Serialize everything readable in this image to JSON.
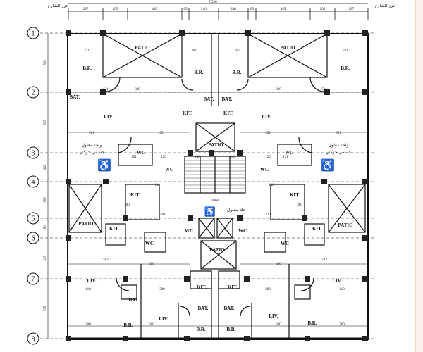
{
  "title_dim": "7 290",
  "street_label_left": "حرز الشارع",
  "street_label_right": "حرز الشارع",
  "top_dims": [
    "287",
    "205",
    "445",
    "65",
    "240",
    "240",
    "65",
    "445",
    "205",
    "287"
  ],
  "axes": [
    "1",
    "2",
    "3",
    "4",
    "5",
    "6",
    "7",
    "8"
  ],
  "left_dims": [
    "535",
    "505",
    "345",
    "305",
    "180",
    "345",
    "535"
  ],
  "rooms": {
    "patio_tl": "PATIO",
    "patio_tr": "PATIO",
    "patio_c": "PATIO",
    "patio_ml": "PATIO",
    "patio_mr": "PATIO",
    "patio_bc": "PATIO",
    "br_1": "B.R.",
    "br_2": "B.R.",
    "br_3": "B.R.",
    "br_4": "B.R.",
    "br_5": "B.R.",
    "br_6": "B.R.",
    "br_7": "B.R.",
    "br_8": "B.R.",
    "bat_1": "BAT.",
    "bat_2": "BAT.",
    "bat_3": "BAT.",
    "bat_4": "BAT.",
    "bat_5": "BAT.",
    "bat_6": "BAT.",
    "kit_1": "KIT.",
    "kit_2": "KIT.",
    "kit_3": "KIT.",
    "kit_4": "KIT.",
    "kit_5": "KIT.",
    "kit_6": "KIT.",
    "kit_7": "KIT.",
    "kit_8": "KIT.",
    "liv_1": "LIV.",
    "liv_2": "LIV.",
    "liv_3": "LIV.",
    "liv_4": "LIV.",
    "liv_5": "LIV.",
    "liv_6": "LIV.",
    "wc_1": "WC",
    "wc_2": "WC",
    "wc_3": "WC",
    "wc_4": "WC",
    "wc_5": "WC",
    "wc_6": "WC",
    "wc_7": "WC",
    "wc_8": "WC"
  },
  "accessible_unit_label": "واحد معلول جسمي حركتي",
  "accessible_unit_line1": "واحد معلول",
  "accessible_unit_line2": "جسمي حركتي",
  "accessible_parking_label": "جك معلول",
  "room_dims": [
    "271",
    "302",
    "302",
    "271",
    "511",
    "300",
    "300",
    "511",
    "581",
    "451",
    "451",
    "581",
    "151",
    "151",
    "120",
    "120",
    "240",
    "240",
    "140",
    "140",
    "1060",
    "380",
    "380",
    "220",
    "220",
    "582",
    "450",
    "450",
    "582",
    "410",
    "380",
    "380",
    "410",
    "300",
    "300",
    "300",
    "300"
  ]
}
